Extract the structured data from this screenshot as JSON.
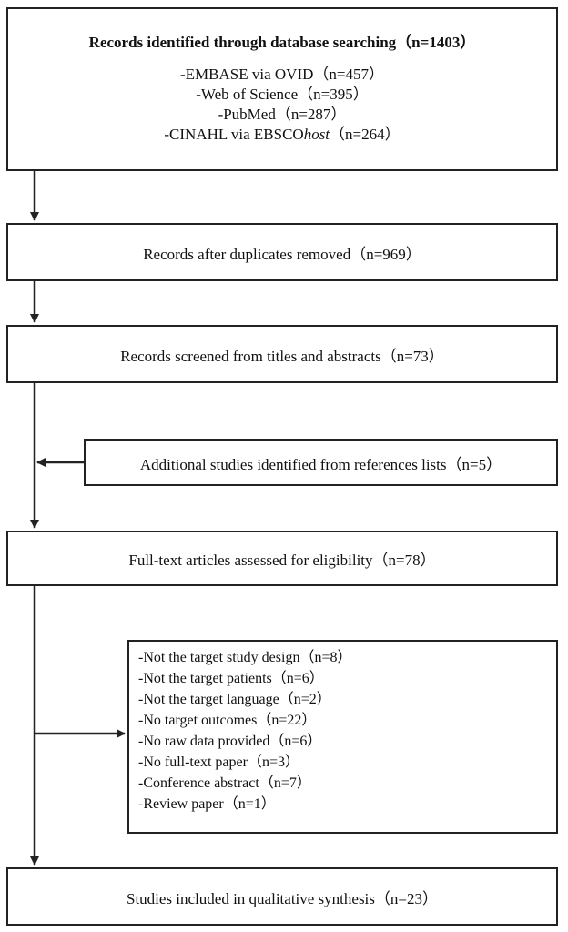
{
  "boxes": {
    "identified": {
      "title": "Records identified through database searching（n=1403）",
      "databases": [
        {
          "prefix": "-EMBASE via OVID",
          "italic": "",
          "count": "（n=457）"
        },
        {
          "prefix": "-Web of Science",
          "italic": "",
          "count": "（n=395）"
        },
        {
          "prefix": "-PubMed",
          "italic": "",
          "count": "（n=287）"
        },
        {
          "prefix": "-CINAHL via EBSCO",
          "italic": "host",
          "count": "（n=264）"
        }
      ]
    },
    "duplicates_removed": "Records after duplicates removed（n=969）",
    "screened": "Records screened from titles and abstracts（n=73）",
    "additional": "Additional studies identified from references lists（n=5）",
    "full_text": "Full-text articles assessed for eligibility（n=78）",
    "exclusions": [
      "-Not the target study design（n=8）",
      "-Not the target patients（n=6）",
      "-Not the target language（n=2）",
      "-No target outcomes（n=22）",
      "-No raw data provided（n=6）",
      "-No full-text paper（n=3）",
      "-Conference abstract（n=7）",
      "-Review paper（n=1）"
    ],
    "included": "Studies included in qualitative synthesis（n=23）"
  }
}
